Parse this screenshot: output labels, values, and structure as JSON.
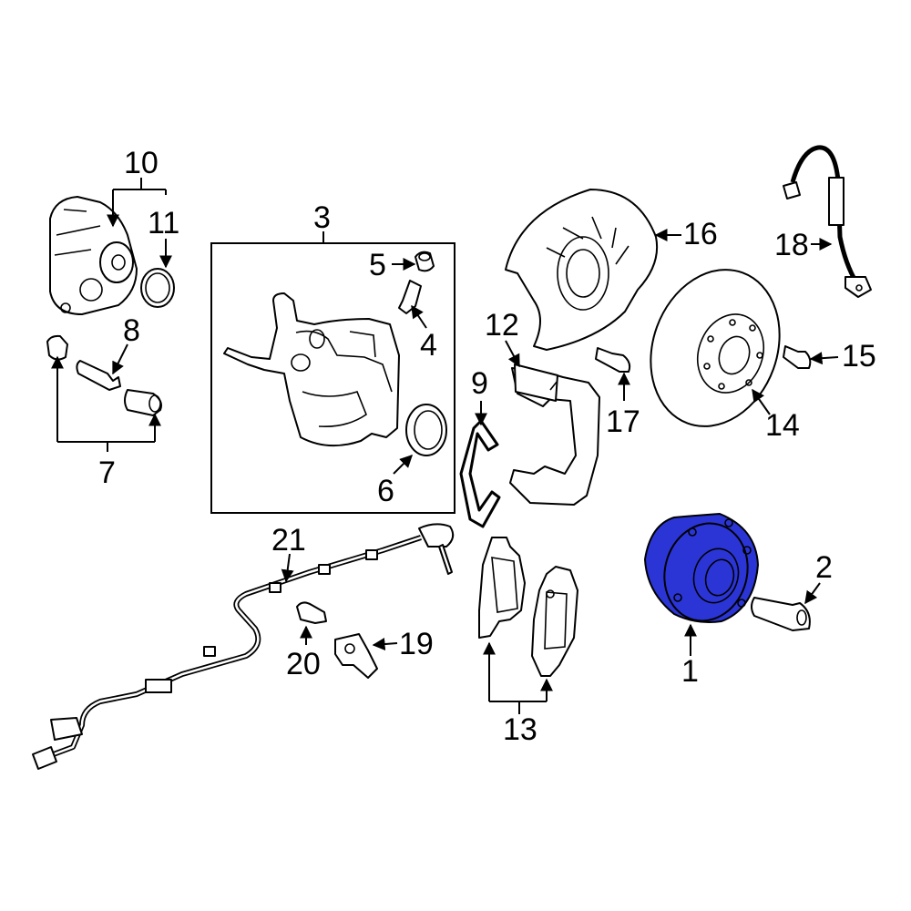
{
  "callouts": [
    {
      "id": "1",
      "label": "1"
    },
    {
      "id": "2",
      "label": "2"
    },
    {
      "id": "3",
      "label": "3"
    },
    {
      "id": "4",
      "label": "4"
    },
    {
      "id": "5",
      "label": "5"
    },
    {
      "id": "6",
      "label": "6"
    },
    {
      "id": "7",
      "label": "7"
    },
    {
      "id": "8",
      "label": "8"
    },
    {
      "id": "9",
      "label": "9"
    },
    {
      "id": "10",
      "label": "10"
    },
    {
      "id": "11",
      "label": "11"
    },
    {
      "id": "12",
      "label": "12"
    },
    {
      "id": "13",
      "label": "13"
    },
    {
      "id": "14",
      "label": "14"
    },
    {
      "id": "15",
      "label": "15"
    },
    {
      "id": "16",
      "label": "16"
    },
    {
      "id": "17",
      "label": "17"
    },
    {
      "id": "18",
      "label": "18"
    },
    {
      "id": "19",
      "label": "19"
    },
    {
      "id": "20",
      "label": "20"
    },
    {
      "id": "21",
      "label": "21"
    }
  ],
  "highlight_color": "#2b35d6",
  "highlighted_part": "1"
}
